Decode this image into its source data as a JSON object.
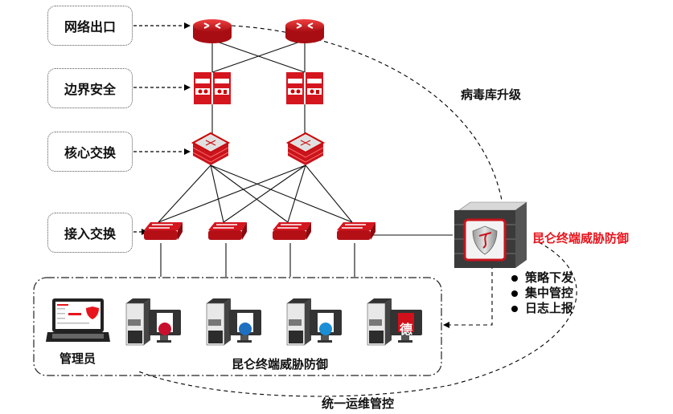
{
  "layers": [
    {
      "id": "egress",
      "label": "网络出口"
    },
    {
      "id": "perimeter",
      "label": "边界安全"
    },
    {
      "id": "core",
      "label": "核心交换"
    },
    {
      "id": "access",
      "label": "接入交换"
    }
  ],
  "annotations": {
    "virus_update": "病毒库升级",
    "server_label": "昆仑终端威胁防御",
    "endpoint_group_label": "昆仑终端威胁防御",
    "admin_label": "管理员",
    "unified_ops": "统一运维管控"
  },
  "server_functions": [
    "策略下发",
    "集中管控",
    "日志上报"
  ],
  "endpoints": [
    {
      "name": "endpoint-os-1",
      "logo_char": "",
      "logo_color": "#c8102e"
    },
    {
      "name": "endpoint-os-2",
      "logo_char": "",
      "logo_color": "#1e6fc0"
    },
    {
      "name": "endpoint-os-3",
      "logo_char": "",
      "logo_color": "#1b8fd6"
    },
    {
      "name": "endpoint-os-4",
      "logo_char": "德",
      "logo_color": "#d0101a"
    }
  ],
  "colors": {
    "device_red": "#d4161f",
    "highlight_red": "#e8141c"
  }
}
